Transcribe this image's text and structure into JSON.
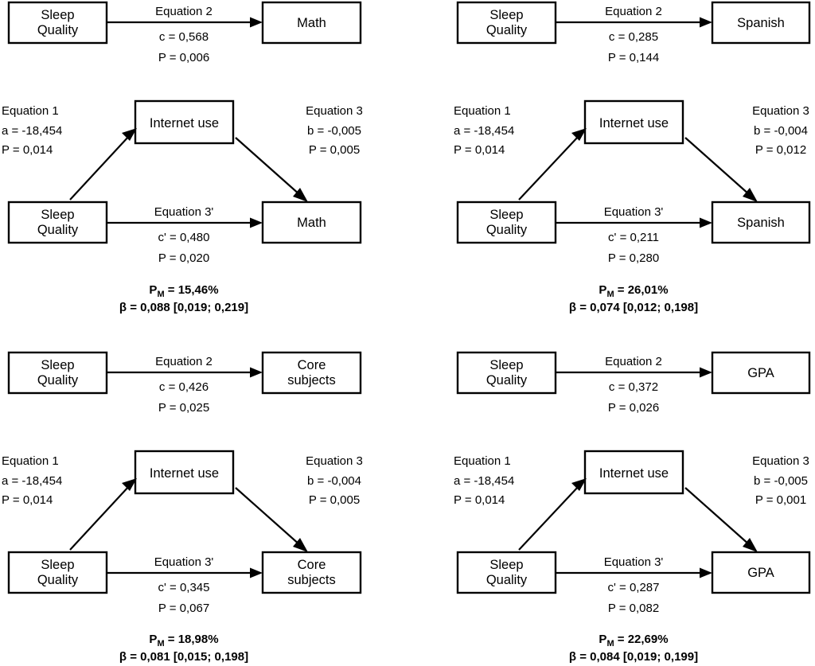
{
  "figure": {
    "node_labels": {
      "predictor": [
        "Sleep",
        "Quality"
      ],
      "mediator": "Internet use",
      "outcome_math": "Math",
      "outcome_spanish": "Spanish",
      "outcome_core": [
        "Core",
        "subjects"
      ],
      "outcome_gpa": "GPA"
    },
    "panels": [
      {
        "id": "math-total",
        "type": "total-effect",
        "predictor": [
          "Sleep",
          "Quality"
        ],
        "outcome": [
          "Math"
        ],
        "equation_label": "Equation 2",
        "coefficient": "c = 0,568",
        "p_value": "P = 0,006"
      },
      {
        "id": "spanish-total",
        "type": "total-effect",
        "predictor": [
          "Sleep",
          "Quality"
        ],
        "outcome": [
          "Spanish"
        ],
        "equation_label": "Equation 2",
        "coefficient": "c = 0,285",
        "p_value": "P = 0,144"
      },
      {
        "id": "math-mediation",
        "type": "mediation",
        "predictor": [
          "Sleep",
          "Quality"
        ],
        "mediator": "Internet use",
        "outcome": [
          "Math"
        ],
        "path_a": {
          "equation_label": "Equation 1",
          "coefficient": "a = -18,454",
          "p_value": "P = 0,014"
        },
        "path_b": {
          "equation_label": "Equation 3",
          "coefficient": "b = -0,005",
          "p_value": "P = 0,005"
        },
        "path_c_prime": {
          "equation_label": "Equation 3'",
          "coefficient": "c' = 0,480",
          "p_value": "P = 0,020"
        },
        "summary": {
          "pm_prefix": "P",
          "pm_subscript": "M",
          "pm_value": " = 15,46%",
          "beta": "β = 0,088 [0,019; 0,219]"
        }
      },
      {
        "id": "spanish-mediation",
        "type": "mediation",
        "predictor": [
          "Sleep",
          "Quality"
        ],
        "mediator": "Internet use",
        "outcome": [
          "Spanish"
        ],
        "path_a": {
          "equation_label": "Equation 1",
          "coefficient": "a = -18,454",
          "p_value": "P = 0,014"
        },
        "path_b": {
          "equation_label": "Equation 3",
          "coefficient": "b = -0,004",
          "p_value": "P = 0,012"
        },
        "path_c_prime": {
          "equation_label": "Equation 3'",
          "coefficient": "c' = 0,211",
          "p_value": "P = 0,280"
        },
        "summary": {
          "pm_prefix": "P",
          "pm_subscript": "M",
          "pm_value": " = 26,01%",
          "beta": "β = 0,074 [0,012; 0,198]"
        }
      },
      {
        "id": "core-total",
        "type": "total-effect",
        "predictor": [
          "Sleep",
          "Quality"
        ],
        "outcome": [
          "Core",
          "subjects"
        ],
        "equation_label": "Equation 2",
        "coefficient": "c = 0,426",
        "p_value": "P = 0,025"
      },
      {
        "id": "gpa-total",
        "type": "total-effect",
        "predictor": [
          "Sleep",
          "Quality"
        ],
        "outcome": [
          "GPA"
        ],
        "equation_label": "Equation 2",
        "coefficient": "c = 0,372",
        "p_value": "P = 0,026"
      },
      {
        "id": "core-mediation",
        "type": "mediation",
        "predictor": [
          "Sleep",
          "Quality"
        ],
        "mediator": "Internet use",
        "outcome": [
          "Core",
          "subjects"
        ],
        "path_a": {
          "equation_label": "Equation 1",
          "coefficient": "a = -18,454",
          "p_value": "P = 0,014"
        },
        "path_b": {
          "equation_label": "Equation 3",
          "coefficient": "b = -0,004",
          "p_value": "P = 0,005"
        },
        "path_c_prime": {
          "equation_label": "Equation 3'",
          "coefficient": "c' = 0,345",
          "p_value": "P = 0,067"
        },
        "summary": {
          "pm_prefix": "P",
          "pm_subscript": "M",
          "pm_value": " = 18,98%",
          "beta": "β = 0,081 [0,015; 0,198]"
        }
      },
      {
        "id": "gpa-mediation",
        "type": "mediation",
        "predictor": [
          "Sleep",
          "Quality"
        ],
        "mediator": "Internet use",
        "outcome": [
          "GPA"
        ],
        "path_a": {
          "equation_label": "Equation 1",
          "coefficient": "a = -18,454",
          "p_value": "P = 0,014"
        },
        "path_b": {
          "equation_label": "Equation 3",
          "coefficient": "b = -0,005",
          "p_value": "P = 0,001"
        },
        "path_c_prime": {
          "equation_label": "Equation 3'",
          "coefficient": "c' = 0,287",
          "p_value": "P = 0,082"
        },
        "summary": {
          "pm_prefix": "P",
          "pm_subscript": "M",
          "pm_value": " = 22,69%",
          "beta": "β = 0,084 [0,019; 0,199]"
        }
      }
    ],
    "colors": {
      "stroke": "#000000",
      "fill": "#ffffff",
      "text": "#000000"
    }
  }
}
